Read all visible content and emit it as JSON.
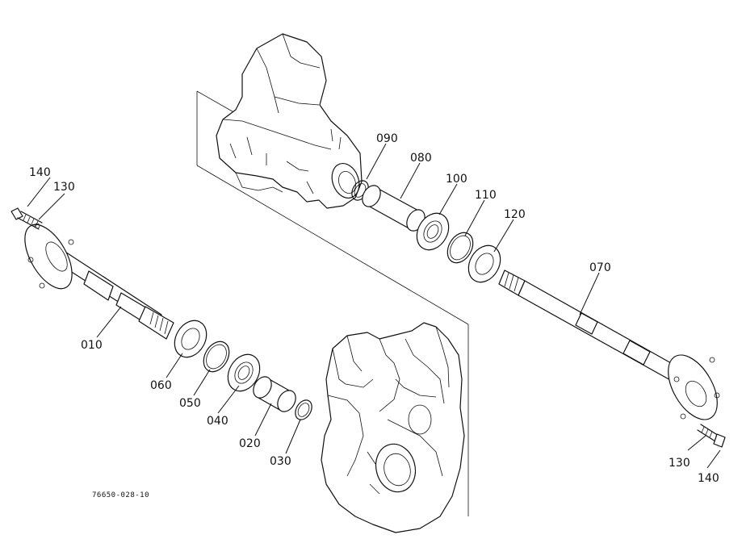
{
  "diagram": {
    "reference": "76650-028-10",
    "part_numbers": {
      "p010": "010",
      "p020": "020",
      "p030": "030",
      "p040": "040",
      "p050": "050",
      "p060": "060",
      "p070": "070",
      "p080": "080",
      "p090": "090",
      "p100": "100",
      "p110": "110",
      "p120": "120",
      "p130_left": "130",
      "p140_left": "140",
      "p130_right": "130",
      "p140_right": "140"
    }
  }
}
